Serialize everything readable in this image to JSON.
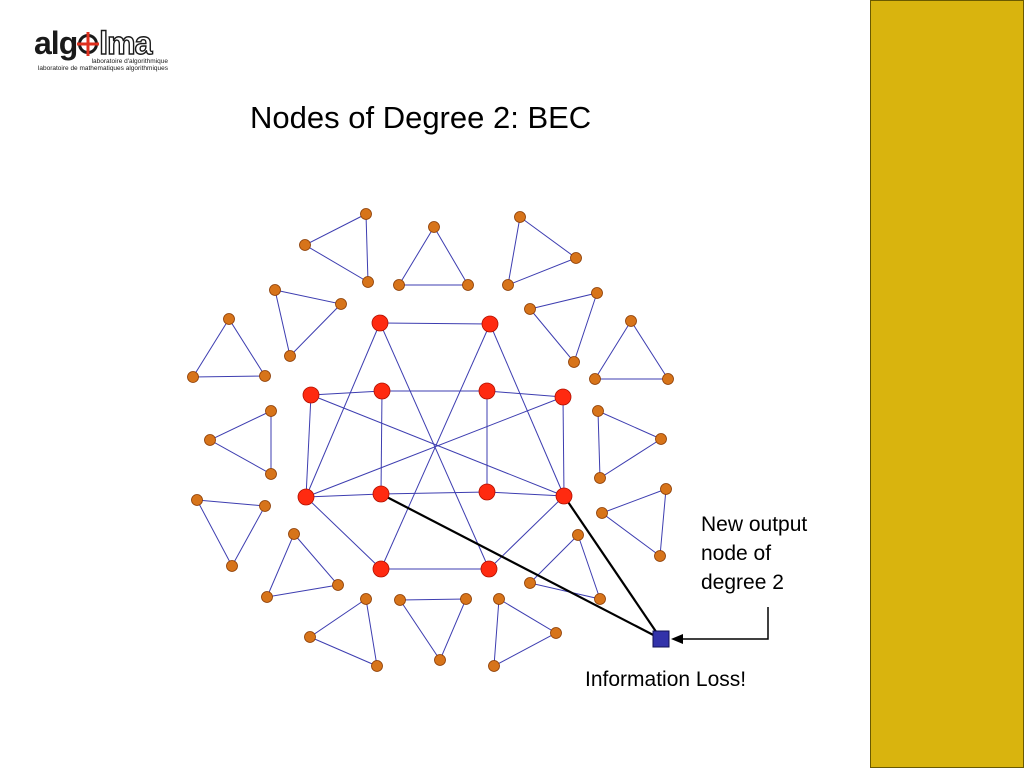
{
  "logo": {
    "word_left": "alg",
    "word_right": "lma",
    "tagline_1": "laboratoire d'algorithmique",
    "tagline_2": "laboratoire de mathematiques algorithmiques"
  },
  "slide": {
    "title": "Nodes of Degree 2: BEC",
    "note_lines": [
      "New output",
      "node of",
      "degree 2"
    ],
    "loss_label": "Information Loss!"
  },
  "colors": {
    "sidebar": "#d9b40e",
    "inner_node": "#ff2a10",
    "outer_node": "#d7741a",
    "node_outline": "#8a3a00",
    "edge": "#3d3db0",
    "output_node": "#3333aa",
    "logo_accent": "#e0301e"
  },
  "icons": {
    "output_node": "blue-square-icon",
    "arrow": "arrow-left-icon"
  }
}
